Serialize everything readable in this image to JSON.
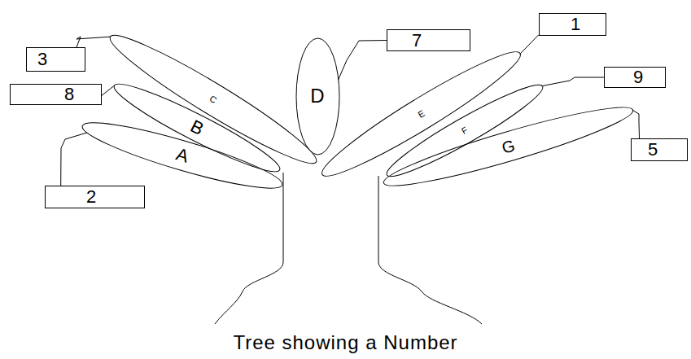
{
  "diagram": {
    "caption": "Tree showing a Number",
    "nodes": [
      {
        "text": [
          "A"
        ]
      },
      {
        "text": [
          "B"
        ]
      },
      {
        "text": [
          "C"
        ]
      },
      {
        "text": [
          "D"
        ]
      },
      {
        "text": [
          "E"
        ]
      },
      {
        "text": [
          "F"
        ]
      },
      {
        "text": [
          "G"
        ]
      },
      {
        "text": [
          "2"
        ]
      },
      {
        "text": [
          "8"
        ]
      },
      {
        "text": [
          "3"
        ]
      },
      {
        "text": [
          "7"
        ]
      },
      {
        "text": [
          "1"
        ]
      },
      {
        "text": [
          "9"
        ]
      },
      {
        "text": [
          "5"
        ]
      }
    ],
    "edges": [
      {
        "from": 0,
        "to": 7,
        "arrow": "none"
      },
      {
        "from": 1,
        "to": 8,
        "arrow": "none"
      },
      {
        "from": 2,
        "to": 9,
        "arrow": "none"
      },
      {
        "from": 3,
        "to": 10,
        "arrow": "none"
      },
      {
        "from": 4,
        "to": 11,
        "arrow": "none"
      },
      {
        "from": 5,
        "to": 12,
        "arrow": "none"
      },
      {
        "from": 6,
        "to": 13,
        "arrow": "none"
      }
    ]
  }
}
